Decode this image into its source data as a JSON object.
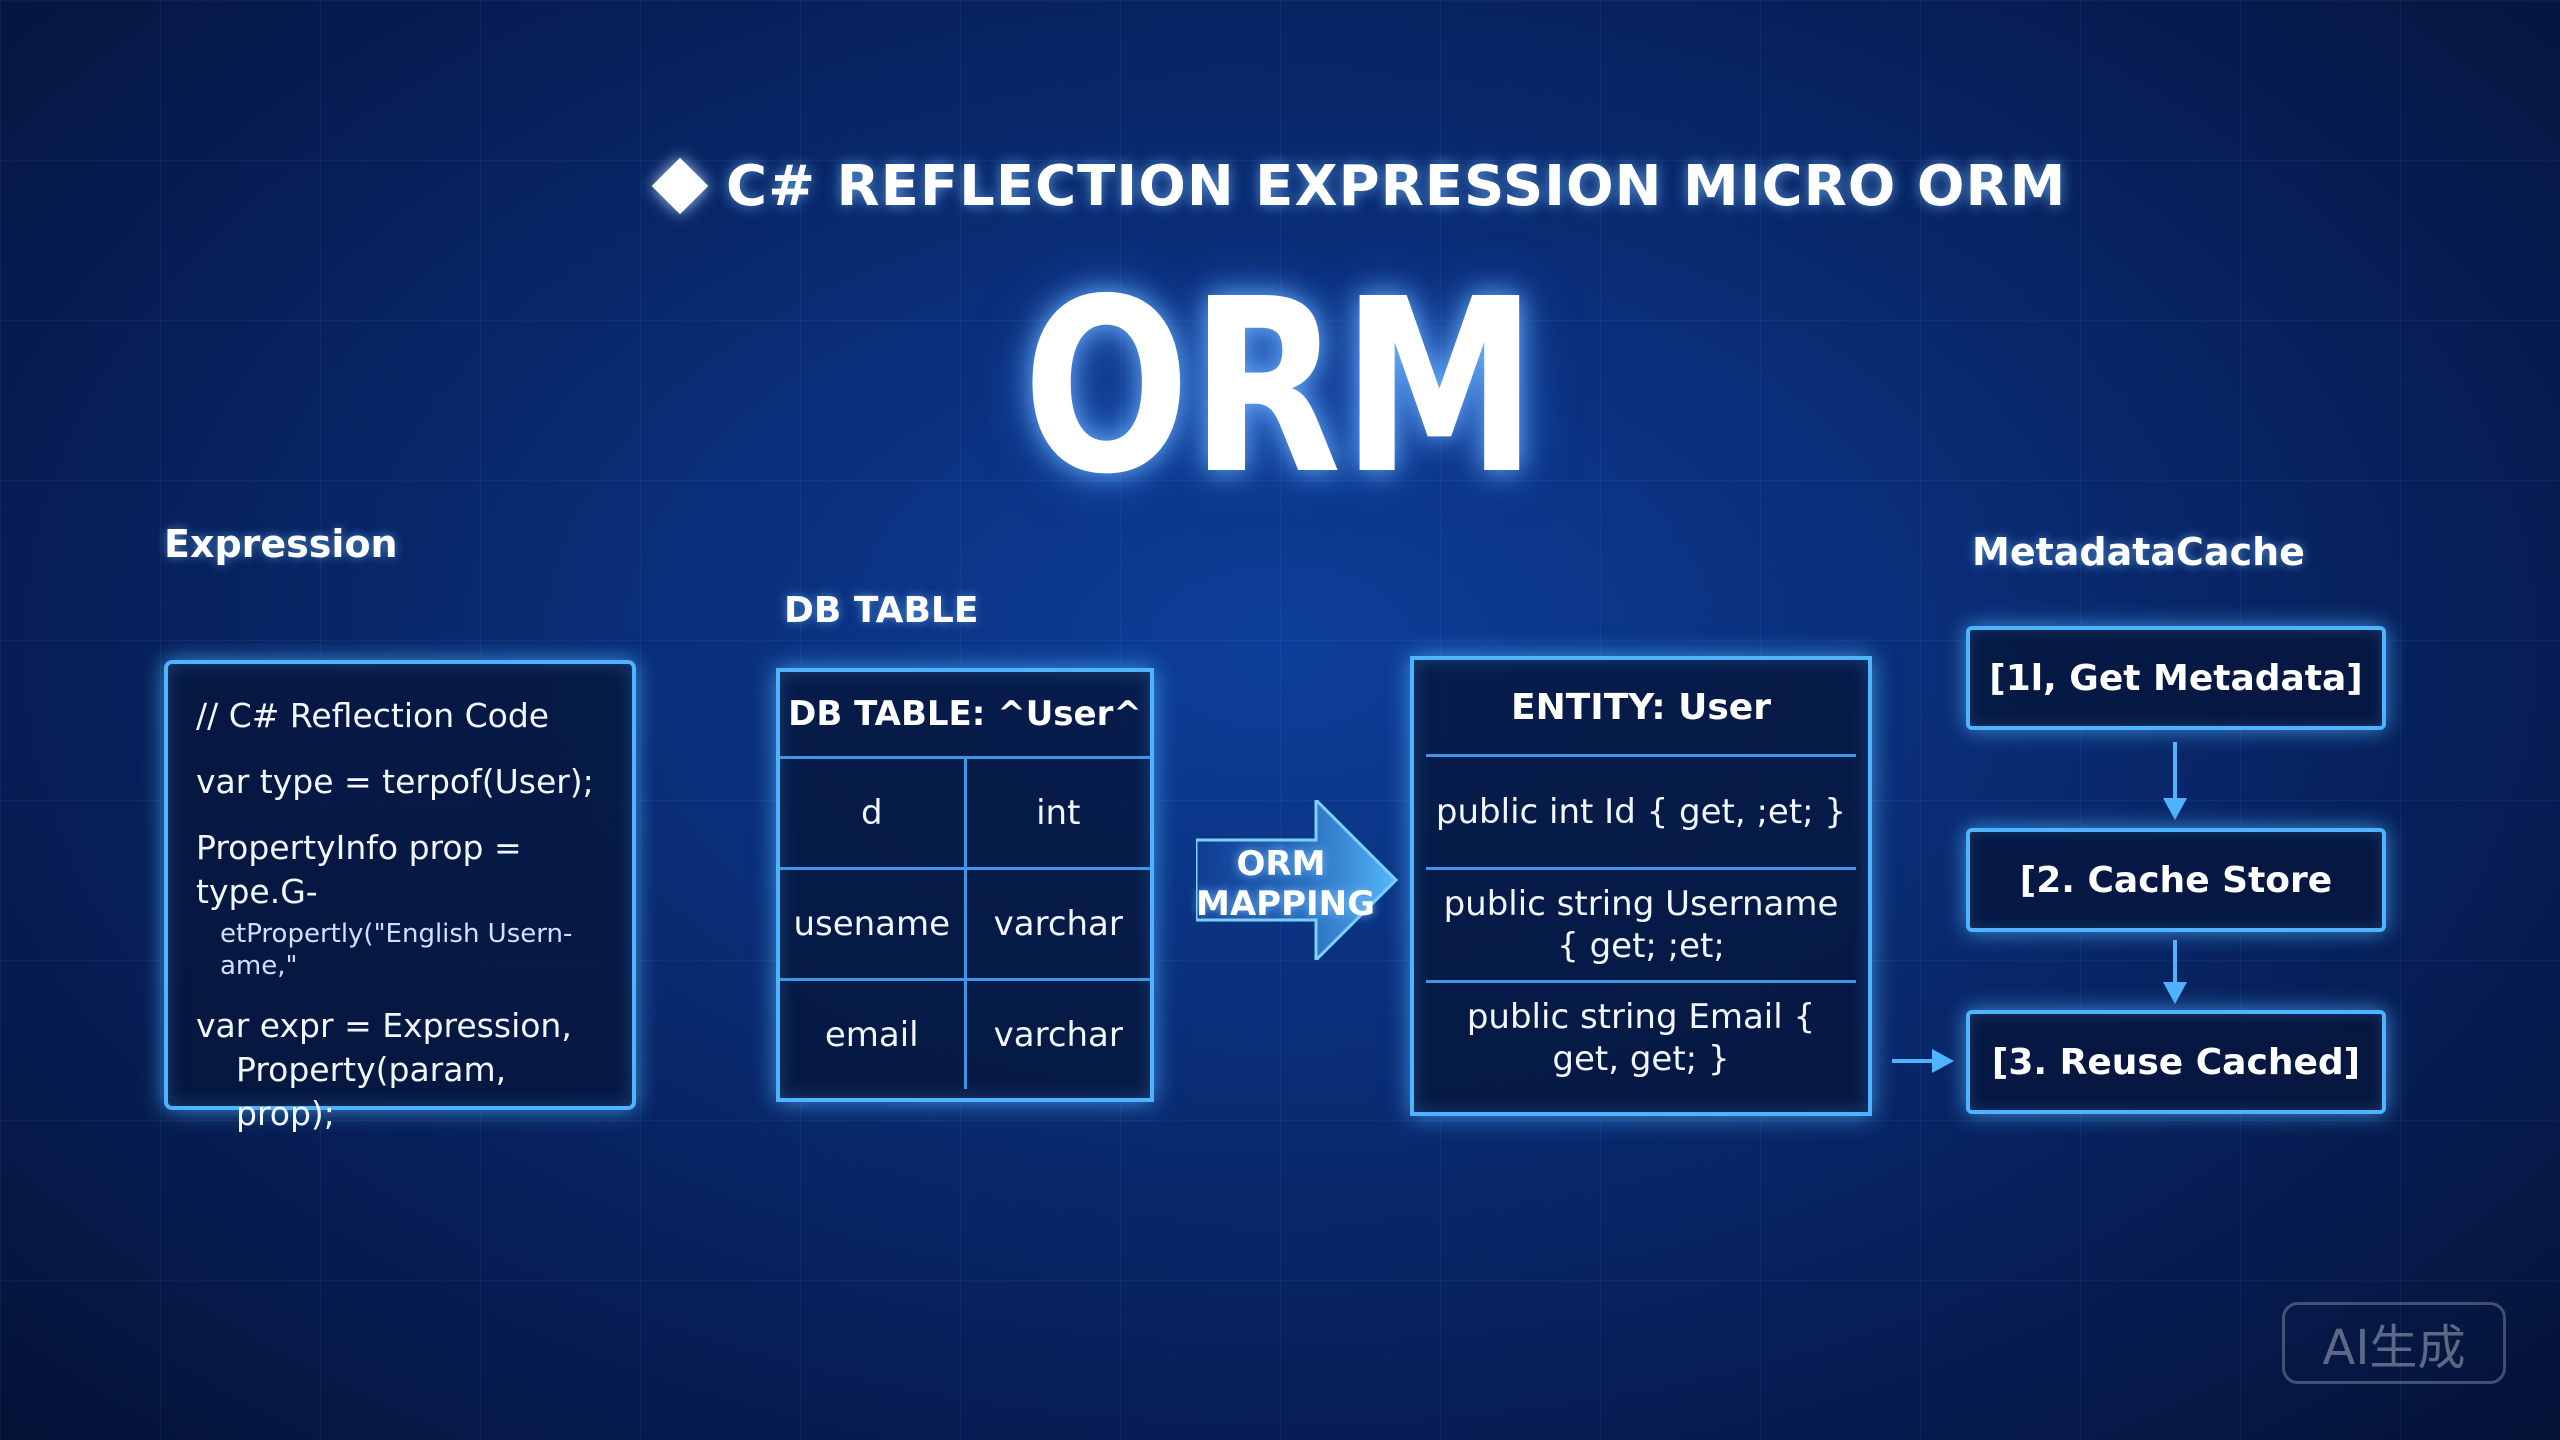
{
  "header": {
    "subtitle": "C# REFLECTION EXPRESSION MICRO ORM",
    "title": "ORM"
  },
  "expression": {
    "label": "Expression",
    "lines": [
      "// C# Reflection Code",
      "var type = terpof(User);",
      "PropertyInfo prop = type.G-",
      "etPropertly(\"English Usern-ame,\"",
      "var expr = Expression,",
      "Property(param, prop);"
    ]
  },
  "db_table": {
    "label": "DB TABLE",
    "header": "DB TABLE: ^User^",
    "rows": [
      {
        "name": "d",
        "type": "int"
      },
      {
        "name": "usename",
        "type": "varchar"
      },
      {
        "name": "email",
        "type": "varchar"
      }
    ]
  },
  "mapping": {
    "line1": "ORM",
    "line2": "MAPPING"
  },
  "entity": {
    "header": "ENTITY: User",
    "rows": [
      "public int Id { get, ;et; }",
      "public string Username { get; ;et;",
      "public string Email { get, get; }"
    ]
  },
  "cache": {
    "label": "MetadataCache",
    "steps": [
      "[1l, Get Metadata]",
      "[2. Cache Store",
      "[3. Reuse Cached]"
    ]
  },
  "watermark": "AI生成",
  "colors": {
    "accent": "#4fb3ff",
    "background": "#0a2e78"
  }
}
